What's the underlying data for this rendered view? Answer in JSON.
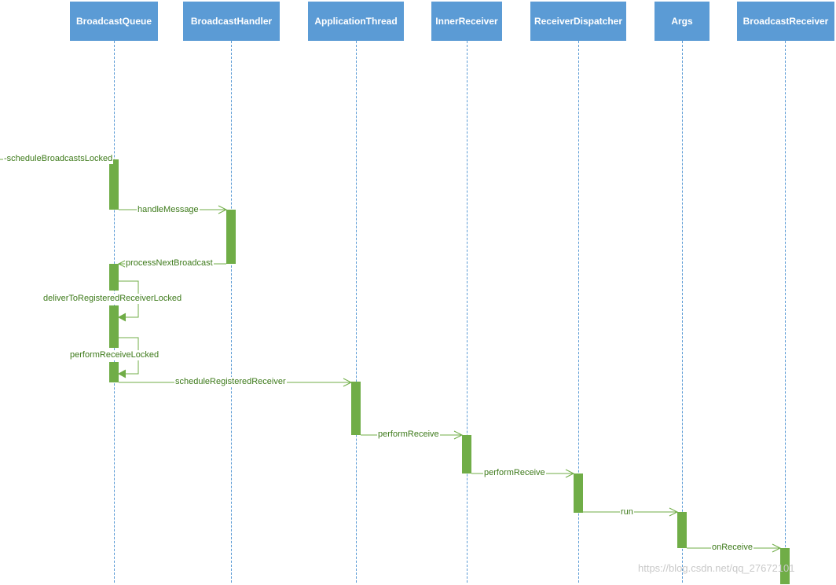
{
  "lifelines": [
    {
      "id": "bq",
      "label": "BroadcastQueue"
    },
    {
      "id": "bh",
      "label": "BroadcastHandler"
    },
    {
      "id": "at",
      "label": "ApplicationThread"
    },
    {
      "id": "ir",
      "label": "InnerReceiver"
    },
    {
      "id": "rd",
      "label": "ReceiverDispatcher"
    },
    {
      "id": "ar",
      "label": "Args"
    },
    {
      "id": "br",
      "label": "BroadcastReceiver"
    }
  ],
  "messages": [
    {
      "id": "m1",
      "label": "-scheduleBroadcastsLocked"
    },
    {
      "id": "m2",
      "label": "handleMessage"
    },
    {
      "id": "m3",
      "label": "processNextBroadcast"
    },
    {
      "id": "m4",
      "label": "deliverToRegisteredReceiverLocked"
    },
    {
      "id": "m5",
      "label": "performReceiveLocked"
    },
    {
      "id": "m6",
      "label": "scheduleRegisteredReceiver"
    },
    {
      "id": "m7",
      "label": "performReceive"
    },
    {
      "id": "m8",
      "label": "performReceive"
    },
    {
      "id": "m9",
      "label": "run"
    },
    {
      "id": "m10",
      "label": "onReceive"
    }
  ],
  "watermark": "https://blog.csdn.net/qq_27672101",
  "colors": {
    "header": "#5b9bd5",
    "lifeline": "#5b9bd5",
    "activation": "#70ad47",
    "message": "#70ad47",
    "label": "#3d7a1a"
  }
}
